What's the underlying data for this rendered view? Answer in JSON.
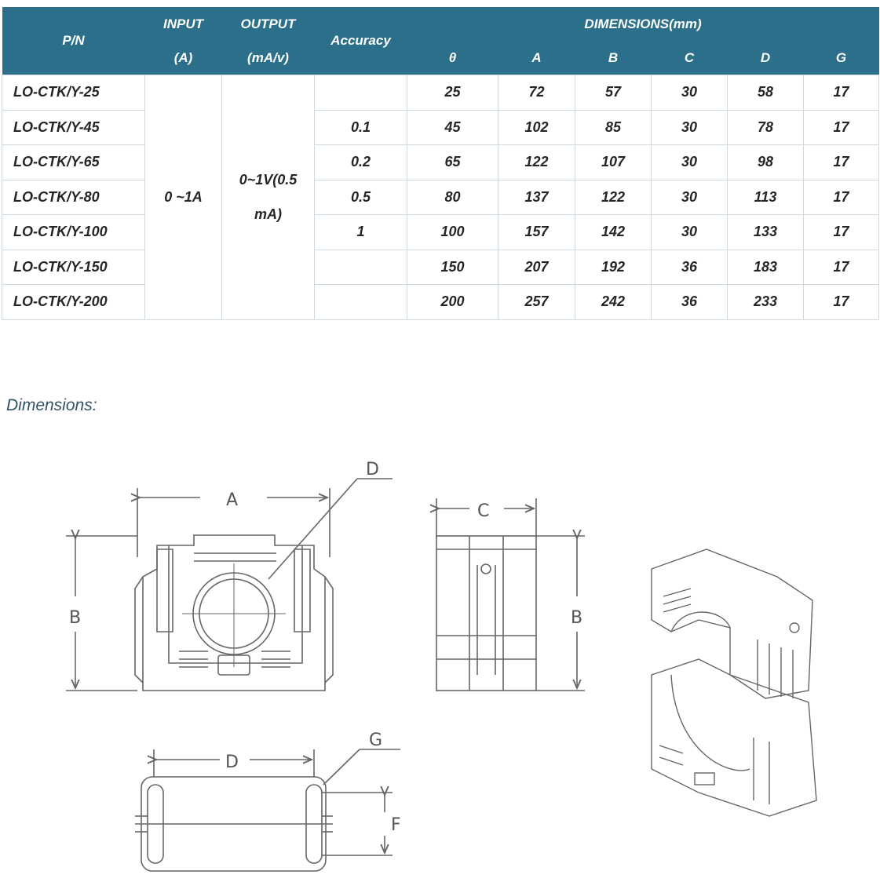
{
  "table": {
    "headers": {
      "pn": "P/N",
      "input_line1": "INPUT",
      "input_line2": "(A)",
      "output_line1": "OUTPUT",
      "output_line2": "(mA/v)",
      "accuracy": "Accuracy",
      "dimensions": "DIMENSIONS(mm)",
      "dim_cols": [
        "θ",
        "A",
        "B",
        "C",
        "D",
        "G"
      ]
    },
    "input_value": "0 ~1A",
    "output_value_line1": "0~1V(0.5",
    "output_value_line2": "mA)",
    "rows": [
      {
        "pn": "LO-CTK/Y-25",
        "accuracy": "",
        "theta": "25",
        "A": "72",
        "B": "57",
        "C": "30",
        "D": "58",
        "G": "17"
      },
      {
        "pn": "LO-CTK/Y-45",
        "accuracy": "0.1",
        "theta": "45",
        "A": "102",
        "B": "85",
        "C": "30",
        "D": "78",
        "G": "17"
      },
      {
        "pn": "LO-CTK/Y-65",
        "accuracy": "0.2",
        "theta": "65",
        "A": "122",
        "B": "107",
        "C": "30",
        "D": "98",
        "G": "17"
      },
      {
        "pn": "LO-CTK/Y-80",
        "accuracy": "0.5",
        "theta": "80",
        "A": "137",
        "B": "122",
        "C": "30",
        "D": "113",
        "G": "17"
      },
      {
        "pn": "LO-CTK/Y-100",
        "accuracy": "1",
        "theta": "100",
        "A": "157",
        "B": "142",
        "C": "30",
        "D": "133",
        "G": "17"
      },
      {
        "pn": "LO-CTK/Y-150",
        "accuracy": "",
        "theta": "150",
        "A": "207",
        "B": "192",
        "C": "36",
        "D": "183",
        "G": "17"
      },
      {
        "pn": "LO-CTK/Y-200",
        "accuracy": "",
        "theta": "200",
        "A": "257",
        "B": "242",
        "C": "36",
        "D": "233",
        "G": "17"
      }
    ]
  },
  "dimensions_title": "Dimensions:",
  "drawing_labels": {
    "front_A": "A",
    "front_B": "B",
    "front_D": "D",
    "side_C": "C",
    "side_B": "B",
    "bottom_D": "D",
    "bottom_G": "G",
    "bottom_F": "F"
  },
  "colors": {
    "header_bg": "#2b6f8a",
    "header_text": "#ffffff",
    "title_text": "#2f5466"
  }
}
